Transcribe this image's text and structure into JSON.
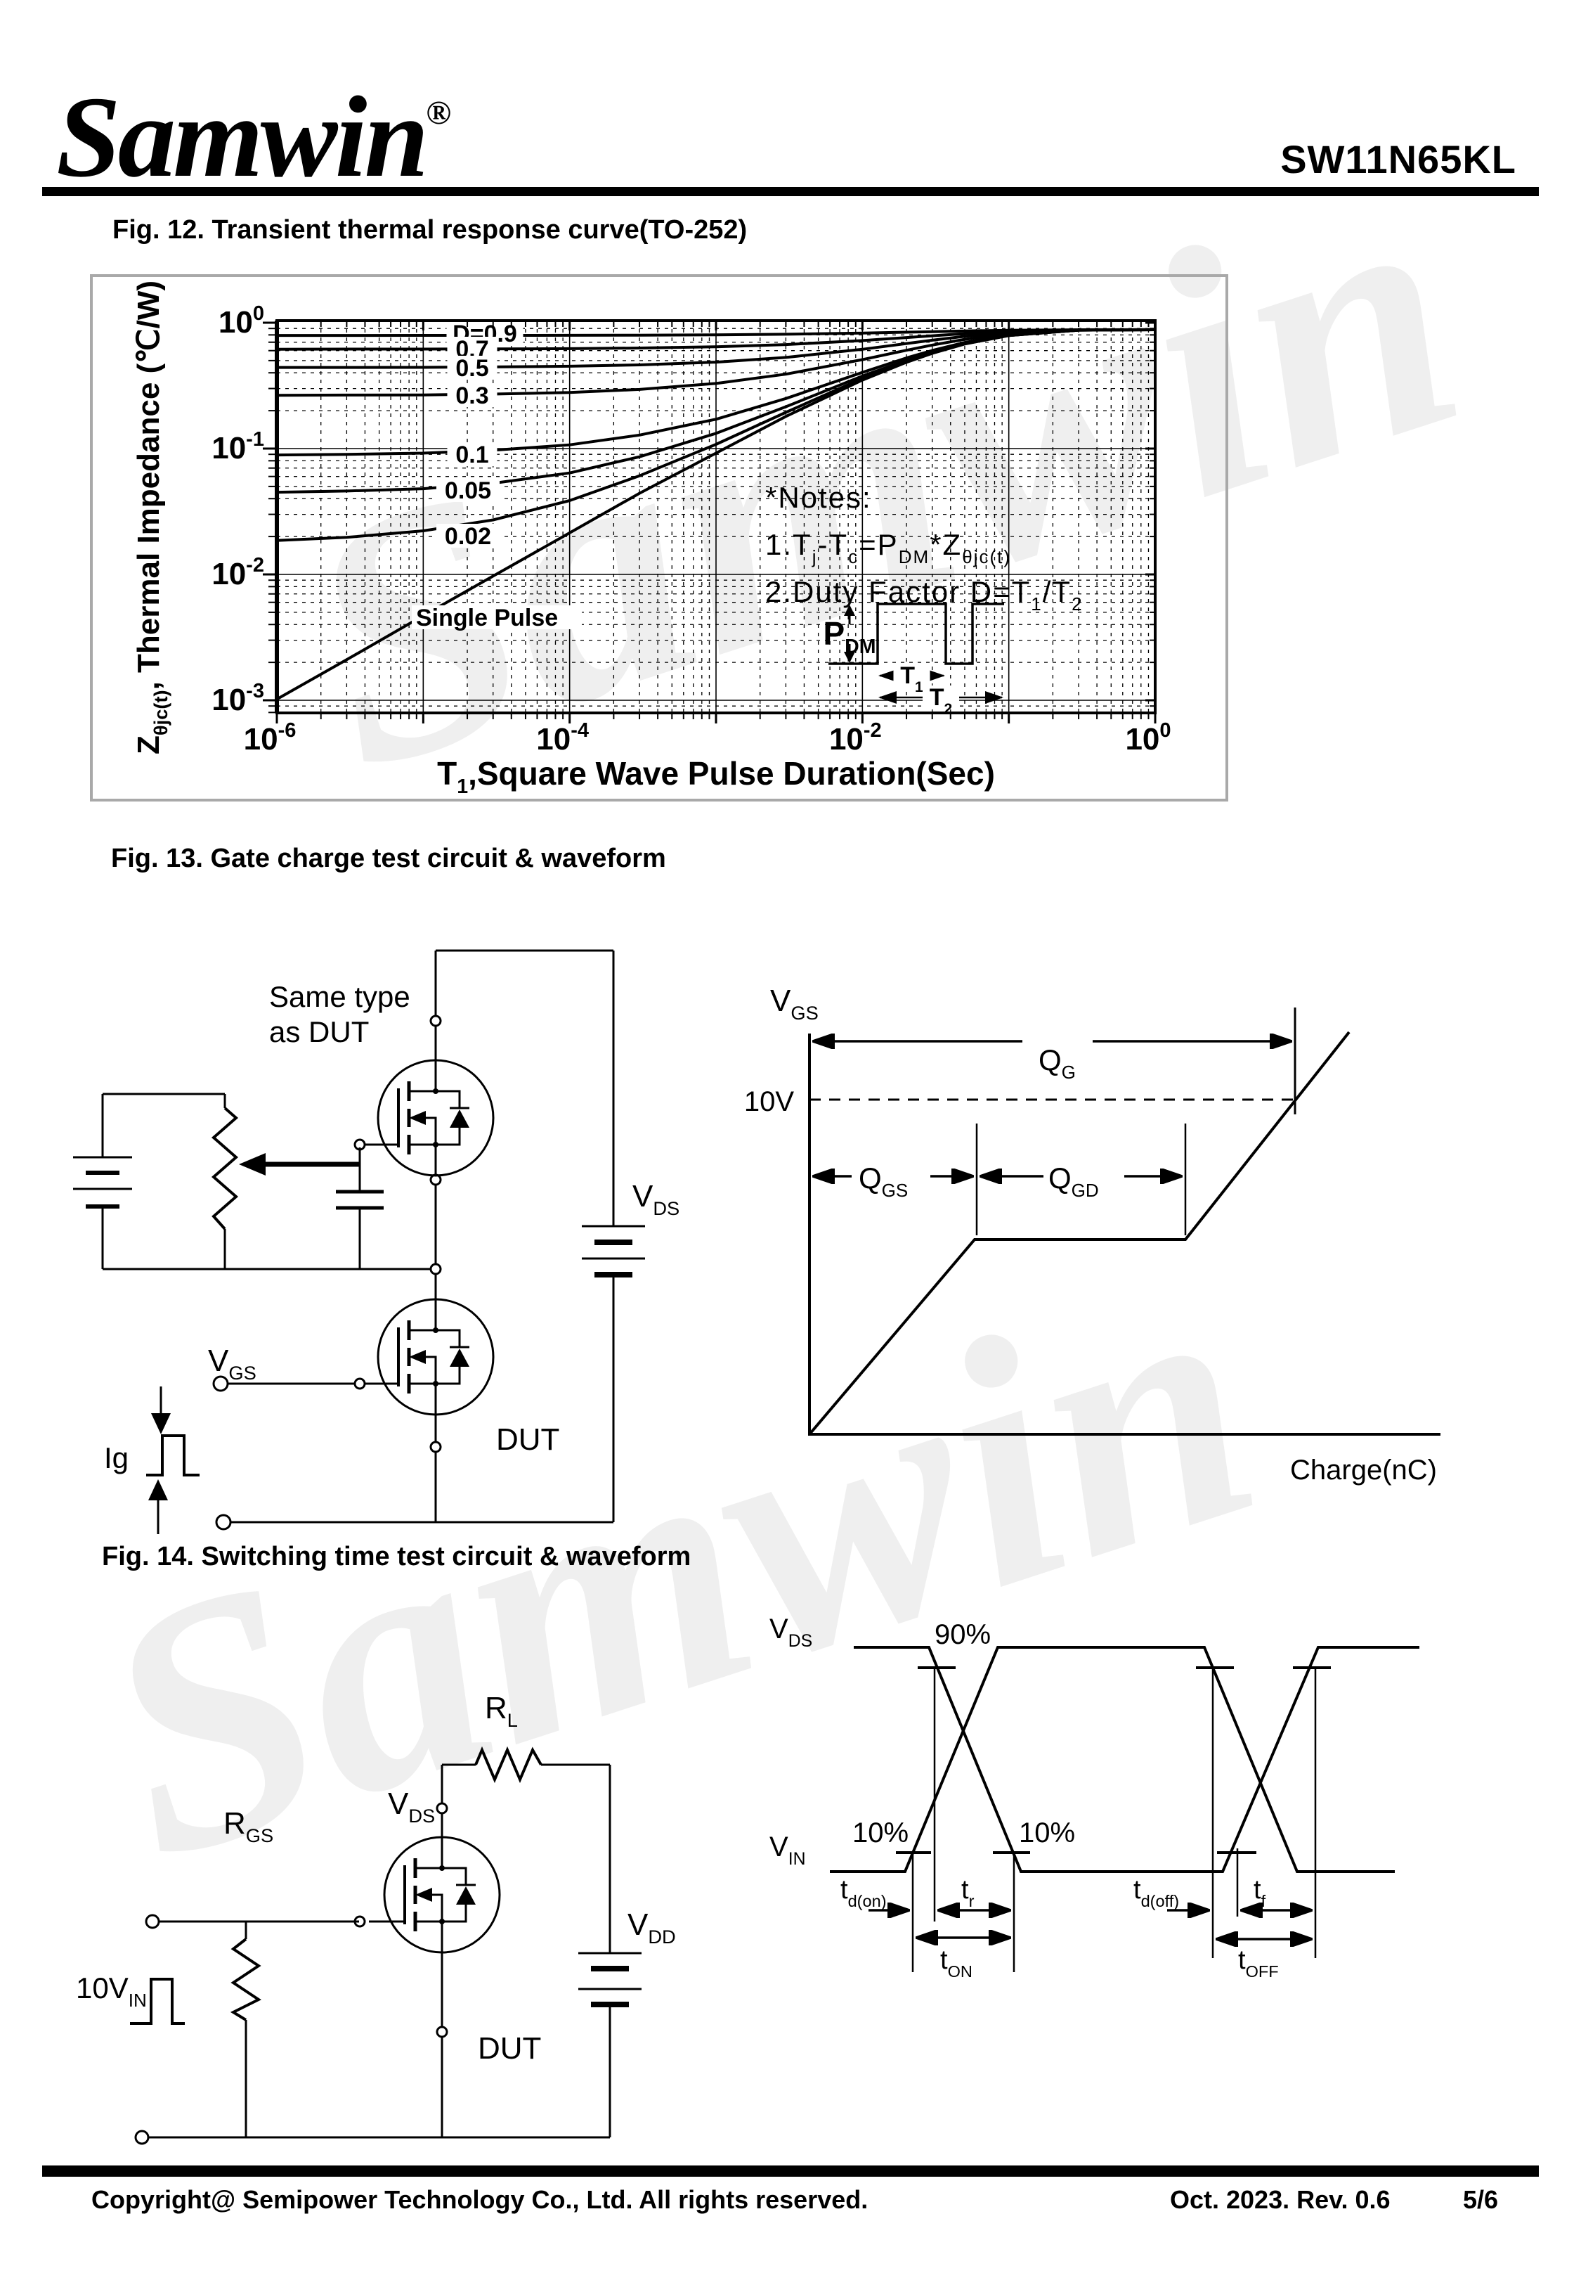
{
  "header": {
    "logo": "Samwin",
    "logo_reg": "®",
    "part_number": "SW11N65KL"
  },
  "fig12": {
    "title": "Fig. 12. Transient thermal response curve(TO-252)",
    "chart_data": {
      "type": "line",
      "x_scale": "log",
      "y_scale": "log",
      "xlim": [
        1e-06,
        1
      ],
      "ylim": [
        0.0008,
        1
      ],
      "grid": "log major solid, log minor dashed",
      "x_label": [
        "T",
        {
          "s": "1"
        },
        ",Square Wave Pulse Duration(Sec)"
      ],
      "y_label": [
        "Z",
        {
          "s": "θjc(t)"
        },
        ",  Thermal  Impedance (℃/W)"
      ],
      "x_tick_values": [
        1e-06,
        0.0001,
        0.01,
        1
      ],
      "x_ticks": [
        [
          "10",
          {
            "p": "-6"
          }
        ],
        [
          "10",
          {
            "p": "-4"
          }
        ],
        [
          "10",
          {
            "p": "-2"
          }
        ],
        [
          "10",
          {
            "p": "0"
          }
        ]
      ],
      "y_tick_values": [
        1,
        0.1,
        0.01,
        0.001
      ],
      "y_ticks": [
        [
          "10",
          {
            "p": "0"
          }
        ],
        [
          "10",
          {
            "p": "-1"
          }
        ],
        [
          "10",
          {
            "p": "-2"
          }
        ],
        [
          "10",
          {
            "p": "-3"
          }
        ]
      ],
      "x": [
        1e-06,
        3e-06,
        1e-05,
        3e-05,
        0.0001,
        0.0003,
        0.001,
        0.003,
        0.01,
        0.02,
        0.03,
        0.05,
        0.1,
        0.3,
        1
      ],
      "series": [
        {
          "name": "D=0.9",
          "label": "D=0.9",
          "values": [
            0.792,
            0.792,
            0.793,
            0.793,
            0.794,
            0.796,
            0.801,
            0.81,
            0.827,
            0.841,
            0.849,
            0.86,
            0.871,
            0.879,
            0.88
          ]
        },
        {
          "name": "D=0.7",
          "label": "0.7",
          "values": [
            0.616,
            0.617,
            0.617,
            0.619,
            0.622,
            0.629,
            0.644,
            0.67,
            0.721,
            0.762,
            0.787,
            0.819,
            0.853,
            0.878,
            0.88
          ]
        },
        {
          "name": "D=0.5",
          "label": "0.5",
          "values": [
            0.441,
            0.441,
            0.442,
            0.445,
            0.451,
            0.462,
            0.486,
            0.53,
            0.615,
            0.683,
            0.726,
            0.779,
            0.835,
            0.877,
            0.88
          ]
        },
        {
          "name": "D=0.3",
          "label": "0.3",
          "values": [
            0.265,
            0.266,
            0.267,
            0.271,
            0.279,
            0.295,
            0.329,
            0.39,
            0.509,
            0.604,
            0.664,
            0.738,
            0.817,
            0.875,
            0.879
          ]
        },
        {
          "name": "D=0.1",
          "label": "0.1",
          "values": [
            0.089,
            0.09,
            0.092,
            0.097,
            0.107,
            0.128,
            0.171,
            0.25,
            0.403,
            0.525,
            0.602,
            0.697,
            0.799,
            0.874,
            0.879
          ]
        },
        {
          "name": "D=0.05",
          "label": "0.05",
          "values": [
            0.045,
            0.046,
            0.048,
            0.053,
            0.064,
            0.086,
            0.132,
            0.215,
            0.377,
            0.501,
            0.583,
            0.683,
            0.791,
            0.873,
            0.879
          ]
        },
        {
          "name": "D=0.02",
          "label": "0.02",
          "values": [
            0.0186,
            0.0197,
            0.0222,
            0.0271,
            0.0386,
            0.0608,
            0.108,
            0.194,
            0.361,
            0.493,
            0.577,
            0.681,
            0.792,
            0.873,
            0.879
          ]
        },
        {
          "name": "Single Pulse",
          "label": "Single Pulse",
          "values": [
            0.00102,
            0.0021,
            0.0047,
            0.0097,
            0.0214,
            0.0441,
            0.092,
            0.18,
            0.35,
            0.485,
            0.571,
            0.677,
            0.79,
            0.873,
            0.879
          ]
        }
      ],
      "notes": [
        [
          "*Notes:"
        ],
        [
          "1.T",
          {
            "s": "j"
          },
          "-T",
          {
            "s": "c"
          },
          "=P",
          {
            "s": "DM"
          },
          "*Z",
          {
            "s": "θjc(t)"
          }
        ],
        [
          "2.Duty Factor D=T",
          {
            "s": "1"
          },
          "/T",
          {
            "s": "2"
          }
        ]
      ],
      "inset": {
        "pdm": [
          "P",
          {
            "s": "DM"
          }
        ],
        "t1": [
          "T",
          {
            "s": "1"
          }
        ],
        "t2": [
          "T",
          {
            "s": "2"
          }
        ]
      }
    }
  },
  "fig13": {
    "title": "Fig. 13. Gate charge test circuit & waveform",
    "circuit": {
      "same_type_line1": "Same type",
      "same_type_line2": "as DUT",
      "vds": [
        "V",
        {
          "s": "DS"
        }
      ],
      "vgs": [
        "V",
        {
          "s": "GS"
        }
      ],
      "dut": "DUT",
      "ig": "Ig"
    },
    "waveform": {
      "vgs": [
        "V",
        {
          "s": "GS"
        }
      ],
      "v10": "10V",
      "qg": [
        "Q",
        {
          "s": "G"
        }
      ],
      "qgs": [
        "Q",
        {
          "s": "GS"
        }
      ],
      "qgd": [
        "Q",
        {
          "s": "GD"
        }
      ],
      "xlabel": "Charge(nC)"
    }
  },
  "fig14": {
    "title": "Fig. 14. Switching time test circuit & waveform",
    "circuit": {
      "rl": [
        "R",
        {
          "s": "L"
        }
      ],
      "rgs": [
        "R",
        {
          "s": "GS"
        }
      ],
      "vds": [
        "V",
        {
          "s": "DS"
        }
      ],
      "vdd": [
        "V",
        {
          "s": "DD"
        }
      ],
      "vin10": [
        "10V",
        {
          "s": "IN"
        }
      ],
      "dut": "DUT"
    },
    "waveform": {
      "vds": [
        "V",
        {
          "s": "DS"
        }
      ],
      "vin": [
        "V",
        {
          "s": "IN"
        }
      ],
      "p90": "90%",
      "p10l": "10%",
      "p10r": "10%",
      "td_on": [
        "t",
        {
          "s": "d(on)"
        }
      ],
      "tr": [
        "t",
        {
          "s": "r"
        }
      ],
      "td_off": [
        "t",
        {
          "s": "d(off)"
        }
      ],
      "tf": [
        "t",
        {
          "s": "f"
        }
      ],
      "t_on": [
        "t",
        {
          "s": "ON"
        }
      ],
      "t_off": [
        "t",
        {
          "s": "OFF"
        }
      ]
    }
  },
  "watermark": {
    "text": "Samwin"
  },
  "footer": {
    "copyright": "Copyright@ Semipower Technology Co., Ltd. All rights reserved.",
    "revision": "Oct. 2023. Rev. 0.6",
    "page": "5/6"
  }
}
